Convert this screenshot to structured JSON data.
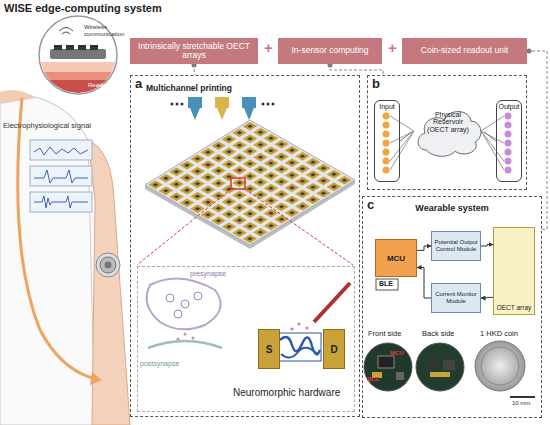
{
  "diagram": {
    "title": "WISE edge-computing system",
    "nodes": [
      {
        "text": [
          "Intrinsically stretchable OECT arrays"
        ]
      },
      {
        "text": [
          "In-sensor computing"
        ]
      },
      {
        "text": [
          "Coin-sized readout unit"
        ]
      },
      {
        "text": [
          "a"
        ]
      },
      {
        "text": [
          "Neuromorphic hardware"
        ],
        "in": 3
      },
      {
        "text": [
          "S"
        ],
        "in": 4
      },
      {
        "text": [
          "D"
        ],
        "in": 4
      },
      {
        "text": [
          "b"
        ]
      },
      {
        "text": [
          "Input"
        ],
        "in": 7
      },
      {
        "text": [
          "Physical Reservoir (OECT array)"
        ],
        "in": 7
      },
      {
        "text": [
          "Output"
        ],
        "in": 7
      },
      {
        "text": [
          "c",
          "Wearable system"
        ]
      },
      {
        "text": [
          "MCU"
        ],
        "in": 11
      },
      {
        "text": [
          "Potential Output Control Module"
        ],
        "in": 11
      },
      {
        "text": [
          "Current Monitor Module"
        ],
        "in": 11
      },
      {
        "text": [
          "OECT array"
        ],
        "in": 11
      }
    ],
    "edges": [
      {
        "from": 0,
        "to": 3,
        "arrow": "none"
      },
      {
        "from": 1,
        "to": 7,
        "arrow": "none"
      },
      {
        "from": 2,
        "to": 11,
        "arrow": "none"
      },
      {
        "from": 8,
        "to": 9,
        "arrow": "none"
      },
      {
        "from": 9,
        "to": 10,
        "arrow": "none"
      },
      {
        "from": 12,
        "to": 13,
        "arrow": "to"
      },
      {
        "from": 14,
        "to": 12,
        "arrow": "to"
      },
      {
        "from": 13,
        "to": 15,
        "arrow": "to"
      },
      {
        "from": 15,
        "to": 14,
        "arrow": "to"
      }
    ],
    "labels": [
      "Wireless communication",
      "Readout",
      "Electrophysiological signal",
      "+",
      "+",
      "Multichannel printing",
      "presynapse",
      "postsynapse",
      "BLE",
      "Front side",
      "Back side",
      "1 HKD coin",
      "MCU",
      "BLE",
      "10 mm"
    ]
  }
}
